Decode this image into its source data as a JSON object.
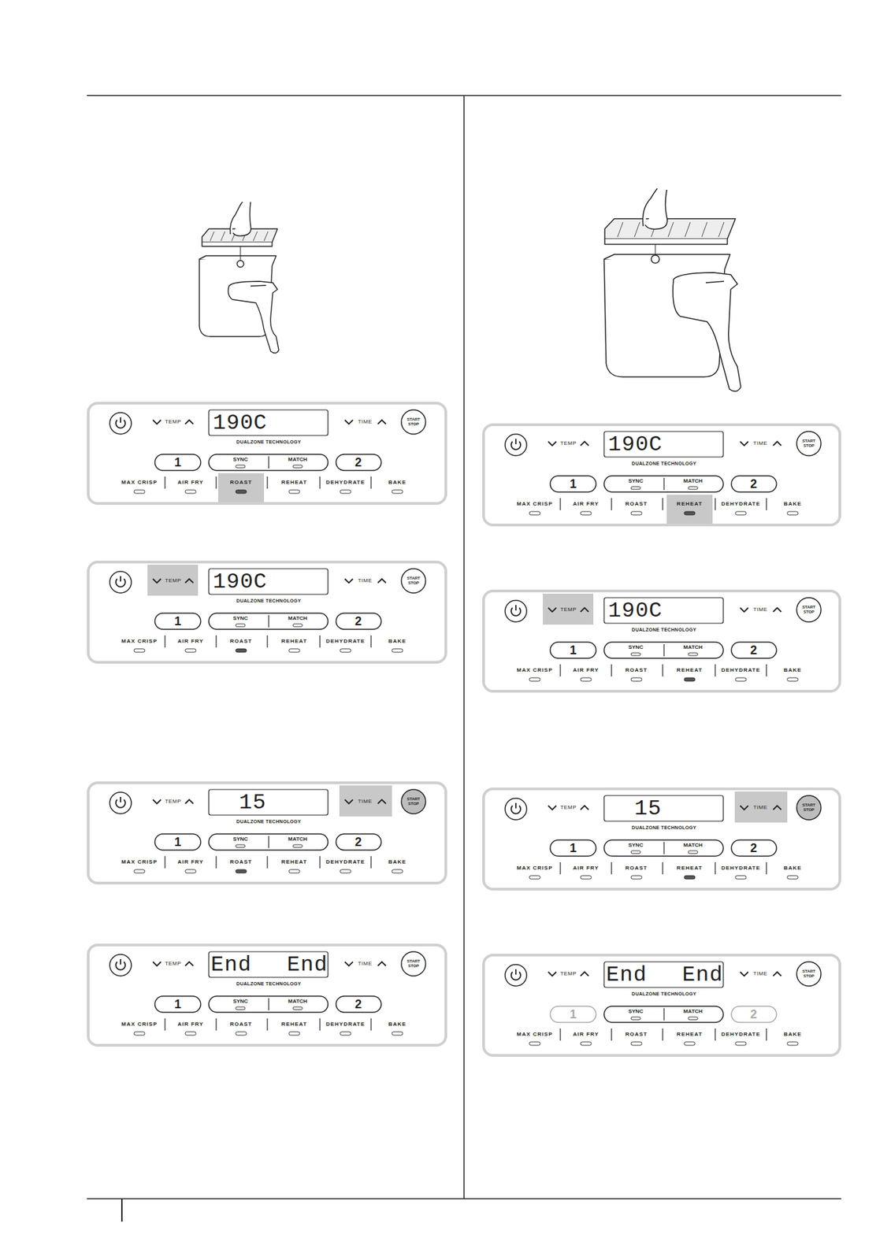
{
  "diagram": {
    "nodes": [
      {
        "text": [
          "TEMP",
          "190C",
          "TIME",
          "START STOP",
          "DUALZONE TECHNOLOGY",
          "1",
          "SYNC",
          "MATCH",
          "2",
          "MAX CRISP",
          "AIR FRY",
          "ROAST",
          "REHEAT",
          "DEHYDRATE",
          "BAKE"
        ]
      },
      {
        "text": [
          "TEMP",
          "190C",
          "TIME",
          "START STOP",
          "DUALZONE TECHNOLOGY",
          "1",
          "SYNC",
          "MATCH",
          "2",
          "MAX CRISP",
          "AIR FRY",
          "ROAST",
          "REHEAT",
          "DEHYDRATE",
          "BAKE"
        ]
      },
      {
        "text": [
          "TEMP",
          "15",
          "TIME",
          "START STOP",
          "DUALZONE TECHNOLOGY",
          "1",
          "SYNC",
          "MATCH",
          "2",
          "MAX CRISP",
          "AIR FRY",
          "ROAST",
          "REHEAT",
          "DEHYDRATE",
          "BAKE"
        ]
      },
      {
        "text": [
          "TEMP",
          "End",
          "End",
          "TIME",
          "START STOP",
          "DUALZONE TECHNOLOGY",
          "1",
          "SYNC",
          "MATCH",
          "2",
          "MAX CRISP",
          "AIR FRY",
          "ROAST",
          "REHEAT",
          "DEHYDRATE",
          "BAKE"
        ]
      },
      {
        "text": [
          "TEMP",
          "190C",
          "TIME",
          "START STOP",
          "DUALZONE TECHNOLOGY",
          "1",
          "SYNC",
          "MATCH",
          "2",
          "MAX CRISP",
          "AIR FRY",
          "ROAST",
          "REHEAT",
          "DEHYDRATE",
          "BAKE"
        ]
      },
      {
        "text": [
          "TEMP",
          "190C",
          "TIME",
          "START STOP",
          "DUALZONE TECHNOLOGY",
          "1",
          "SYNC",
          "MATCH",
          "2",
          "MAX CRISP",
          "AIR FRY",
          "ROAST",
          "REHEAT",
          "DEHYDRATE",
          "BAKE"
        ]
      },
      {
        "text": [
          "TEMP",
          "15",
          "TIME",
          "START STOP",
          "DUALZONE TECHNOLOGY",
          "1",
          "SYNC",
          "MATCH",
          "2",
          "MAX CRISP",
          "AIR FRY",
          "ROAST",
          "REHEAT",
          "DEHYDRATE",
          "BAKE"
        ]
      },
      {
        "text": [
          "TEMP",
          "End",
          "End",
          "TIME",
          "START STOP",
          "DUALZONE TECHNOLOGY",
          "1",
          "SYNC",
          "MATCH",
          "2",
          "MAX CRISP",
          "AIR FRY",
          "ROAST",
          "REHEAT",
          "DEHYDRATE",
          "BAKE"
        ]
      }
    ]
  }
}
